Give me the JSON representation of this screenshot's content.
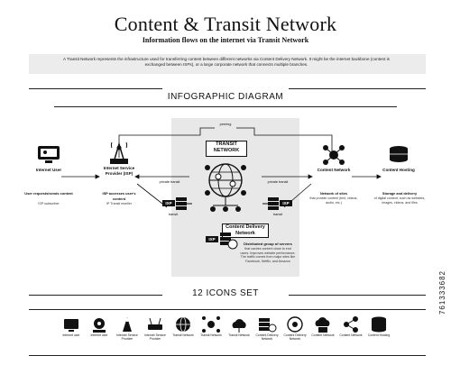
{
  "header": {
    "title": "Content & Transit Network",
    "subtitle": "Information flows on the internet via Transit Network",
    "description": "A Transit Network represents the infrastructure used for transferring content between different networks via Content Delivery Network. It might be the internet backbone (content is exchanged between ISPs), or a large corporate network that connects multiple branches."
  },
  "diagram": {
    "section_title": "INFOGRAPHIC DIAGRAM",
    "peering": "peering",
    "transit_network": "TRANSIT NETWORK",
    "private_transit_left": "private transit",
    "private_transit_right": "private transit",
    "transit_left": "transit",
    "transit_right": "transit",
    "ixp_left": "IXP",
    "ixp_right": "IXP",
    "ixp_bottom": "IXP",
    "cdn": "Content Delivery Network",
    "cdn_desc_title": "Distributed group of servers",
    "cdn_desc": "that caches content close to end users. Improves website performance. The traffic comes from major sites like Facebook, Netflix, and Amazon",
    "nodes": [
      {
        "label": "Internet User",
        "desc": "User requests/sends content",
        "desc2": "ISP subscriber"
      },
      {
        "label": "Internet Service Provider (ISP)",
        "desc": "ISP accesses user's content",
        "desc2": "IP Transit reseller"
      },
      {
        "label": "Content Network",
        "desc": "Network of sites",
        "desc2": "that provide content (text, videos, audio, etc.)"
      },
      {
        "label": "Content Hosting",
        "desc": "Storage and delivery",
        "desc2": "of digital content, such as websites, images, videos, and files"
      }
    ]
  },
  "icons_set": {
    "title": "12 ICONS SET",
    "items": [
      {
        "icon": "internet-user-monitor-icon",
        "label": "Internet user"
      },
      {
        "icon": "internet-user-gear-icon",
        "label": "Internet user"
      },
      {
        "icon": "isp-tower-icon",
        "label": "Internet Service Provider"
      },
      {
        "icon": "isp-router-icon",
        "label": "Internet Service Provider"
      },
      {
        "icon": "transit-network-globe-icon",
        "label": "Transit Network"
      },
      {
        "icon": "transit-network-hub-icon",
        "label": "Transit Network"
      },
      {
        "icon": "transit-network-cloud-icon",
        "label": "Transit Network"
      },
      {
        "icon": "cdn-server-icon",
        "label": "Content Delivery Network"
      },
      {
        "icon": "cdn-globe-icon",
        "label": "Content Delivery Network"
      },
      {
        "icon": "content-network-icon",
        "label": "Content Network"
      },
      {
        "icon": "content-network-share-icon",
        "label": "Content Network"
      },
      {
        "icon": "content-hosting-icon",
        "label": "Content Hosting"
      }
    ]
  },
  "watermark": "761333682"
}
